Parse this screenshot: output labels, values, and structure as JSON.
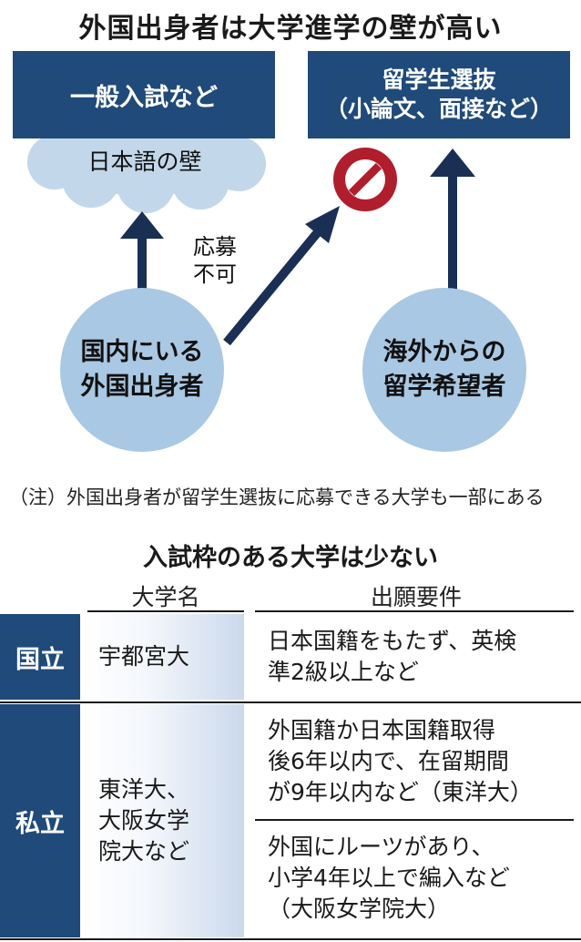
{
  "header": {
    "title": "外国出身者は大学進学の壁が高い"
  },
  "diagram": {
    "box_general": "一般入試など",
    "box_intl_line1": "留学生選抜",
    "box_intl_line2": "（小論文、面接など）",
    "cloud_label": "日本語の壁",
    "apply_line1": "応募",
    "apply_line2": "不可",
    "circle_domestic_line1": "国内にいる",
    "circle_domestic_line2": "外国出身者",
    "circle_overseas_line1": "海外からの",
    "circle_overseas_line2": "留学希望者",
    "note": "（注）外国出身者が留学生選抜に応募できる大学も一部にある",
    "colors": {
      "navy": "#1f4a7a",
      "circle": "#a9c8e3",
      "cloud": "#c2d7ea",
      "prohibited": "#b01e2e"
    }
  },
  "table": {
    "title": "入試枠のある大学は少ない",
    "col_university": "大学名",
    "col_requirements": "出願要件",
    "national": {
      "category": "国立",
      "university": "宇都宮大",
      "requirement": "日本国籍をもたず、英検\n準2級以上など"
    },
    "private": {
      "category": "私立",
      "university": "東洋大、\n大阪女学\n院大など",
      "requirement_1": "外国籍か日本国籍取得\n後6年以内で、在留期間\nが9年以内など（東洋大）",
      "requirement_2": "外国にルーツがあり、\n小学4年以上で編入など\n（大阪女学院大）"
    }
  }
}
